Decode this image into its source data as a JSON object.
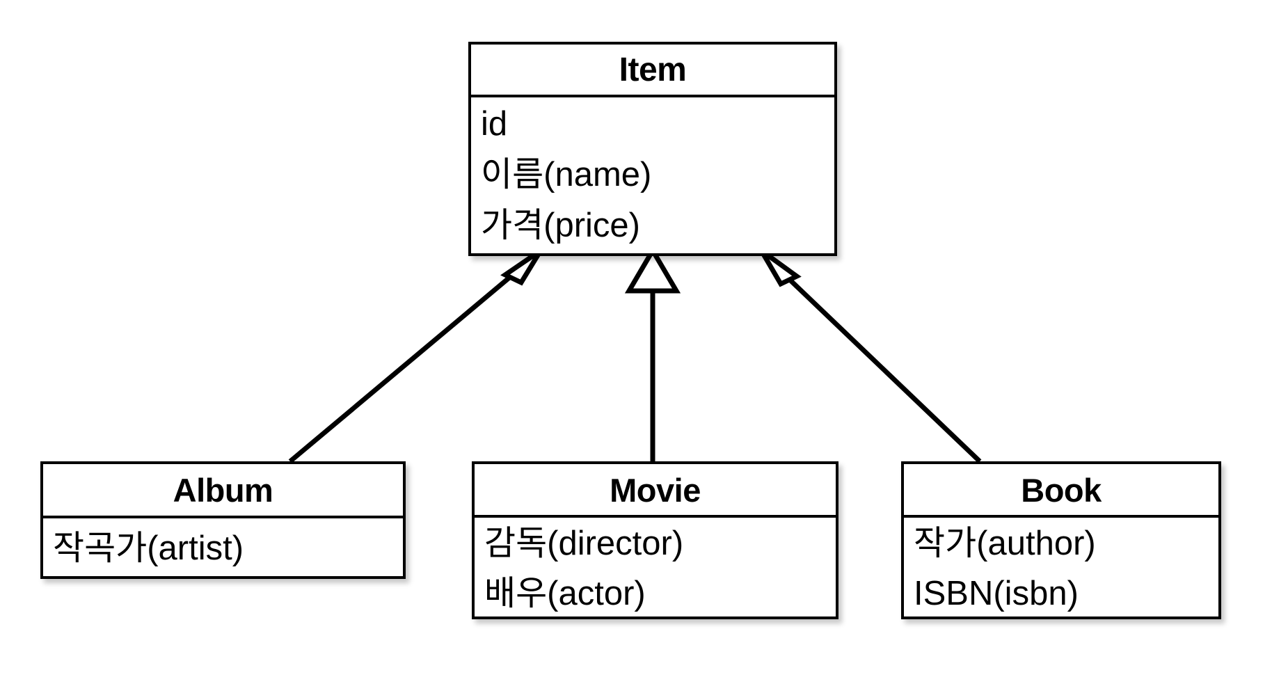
{
  "diagram": {
    "type": "uml-class-diagram",
    "notation": "UML generalization (inheritance)",
    "background_color": "#ffffff",
    "line_color": "#000000",
    "text_color": "#000000"
  },
  "classes": {
    "item": {
      "name": "Item",
      "attributes": [
        "id",
        "이름(name)",
        "가격(price)"
      ]
    },
    "album": {
      "name": "Album",
      "attributes": [
        "작곡가(artist)"
      ]
    },
    "movie": {
      "name": "Movie",
      "attributes": [
        "감독(director)",
        "배우(actor)"
      ]
    },
    "book": {
      "name": "Book",
      "attributes": [
        "작가(author)",
        "ISBN(isbn)"
      ]
    }
  },
  "relationships": [
    {
      "id": "album-to-item",
      "kind": "generalization",
      "from": "Album",
      "to": "Item"
    },
    {
      "id": "movie-to-item",
      "kind": "generalization",
      "from": "Movie",
      "to": "Item"
    },
    {
      "id": "book-to-item",
      "kind": "generalization",
      "from": "Book",
      "to": "Item"
    }
  ]
}
